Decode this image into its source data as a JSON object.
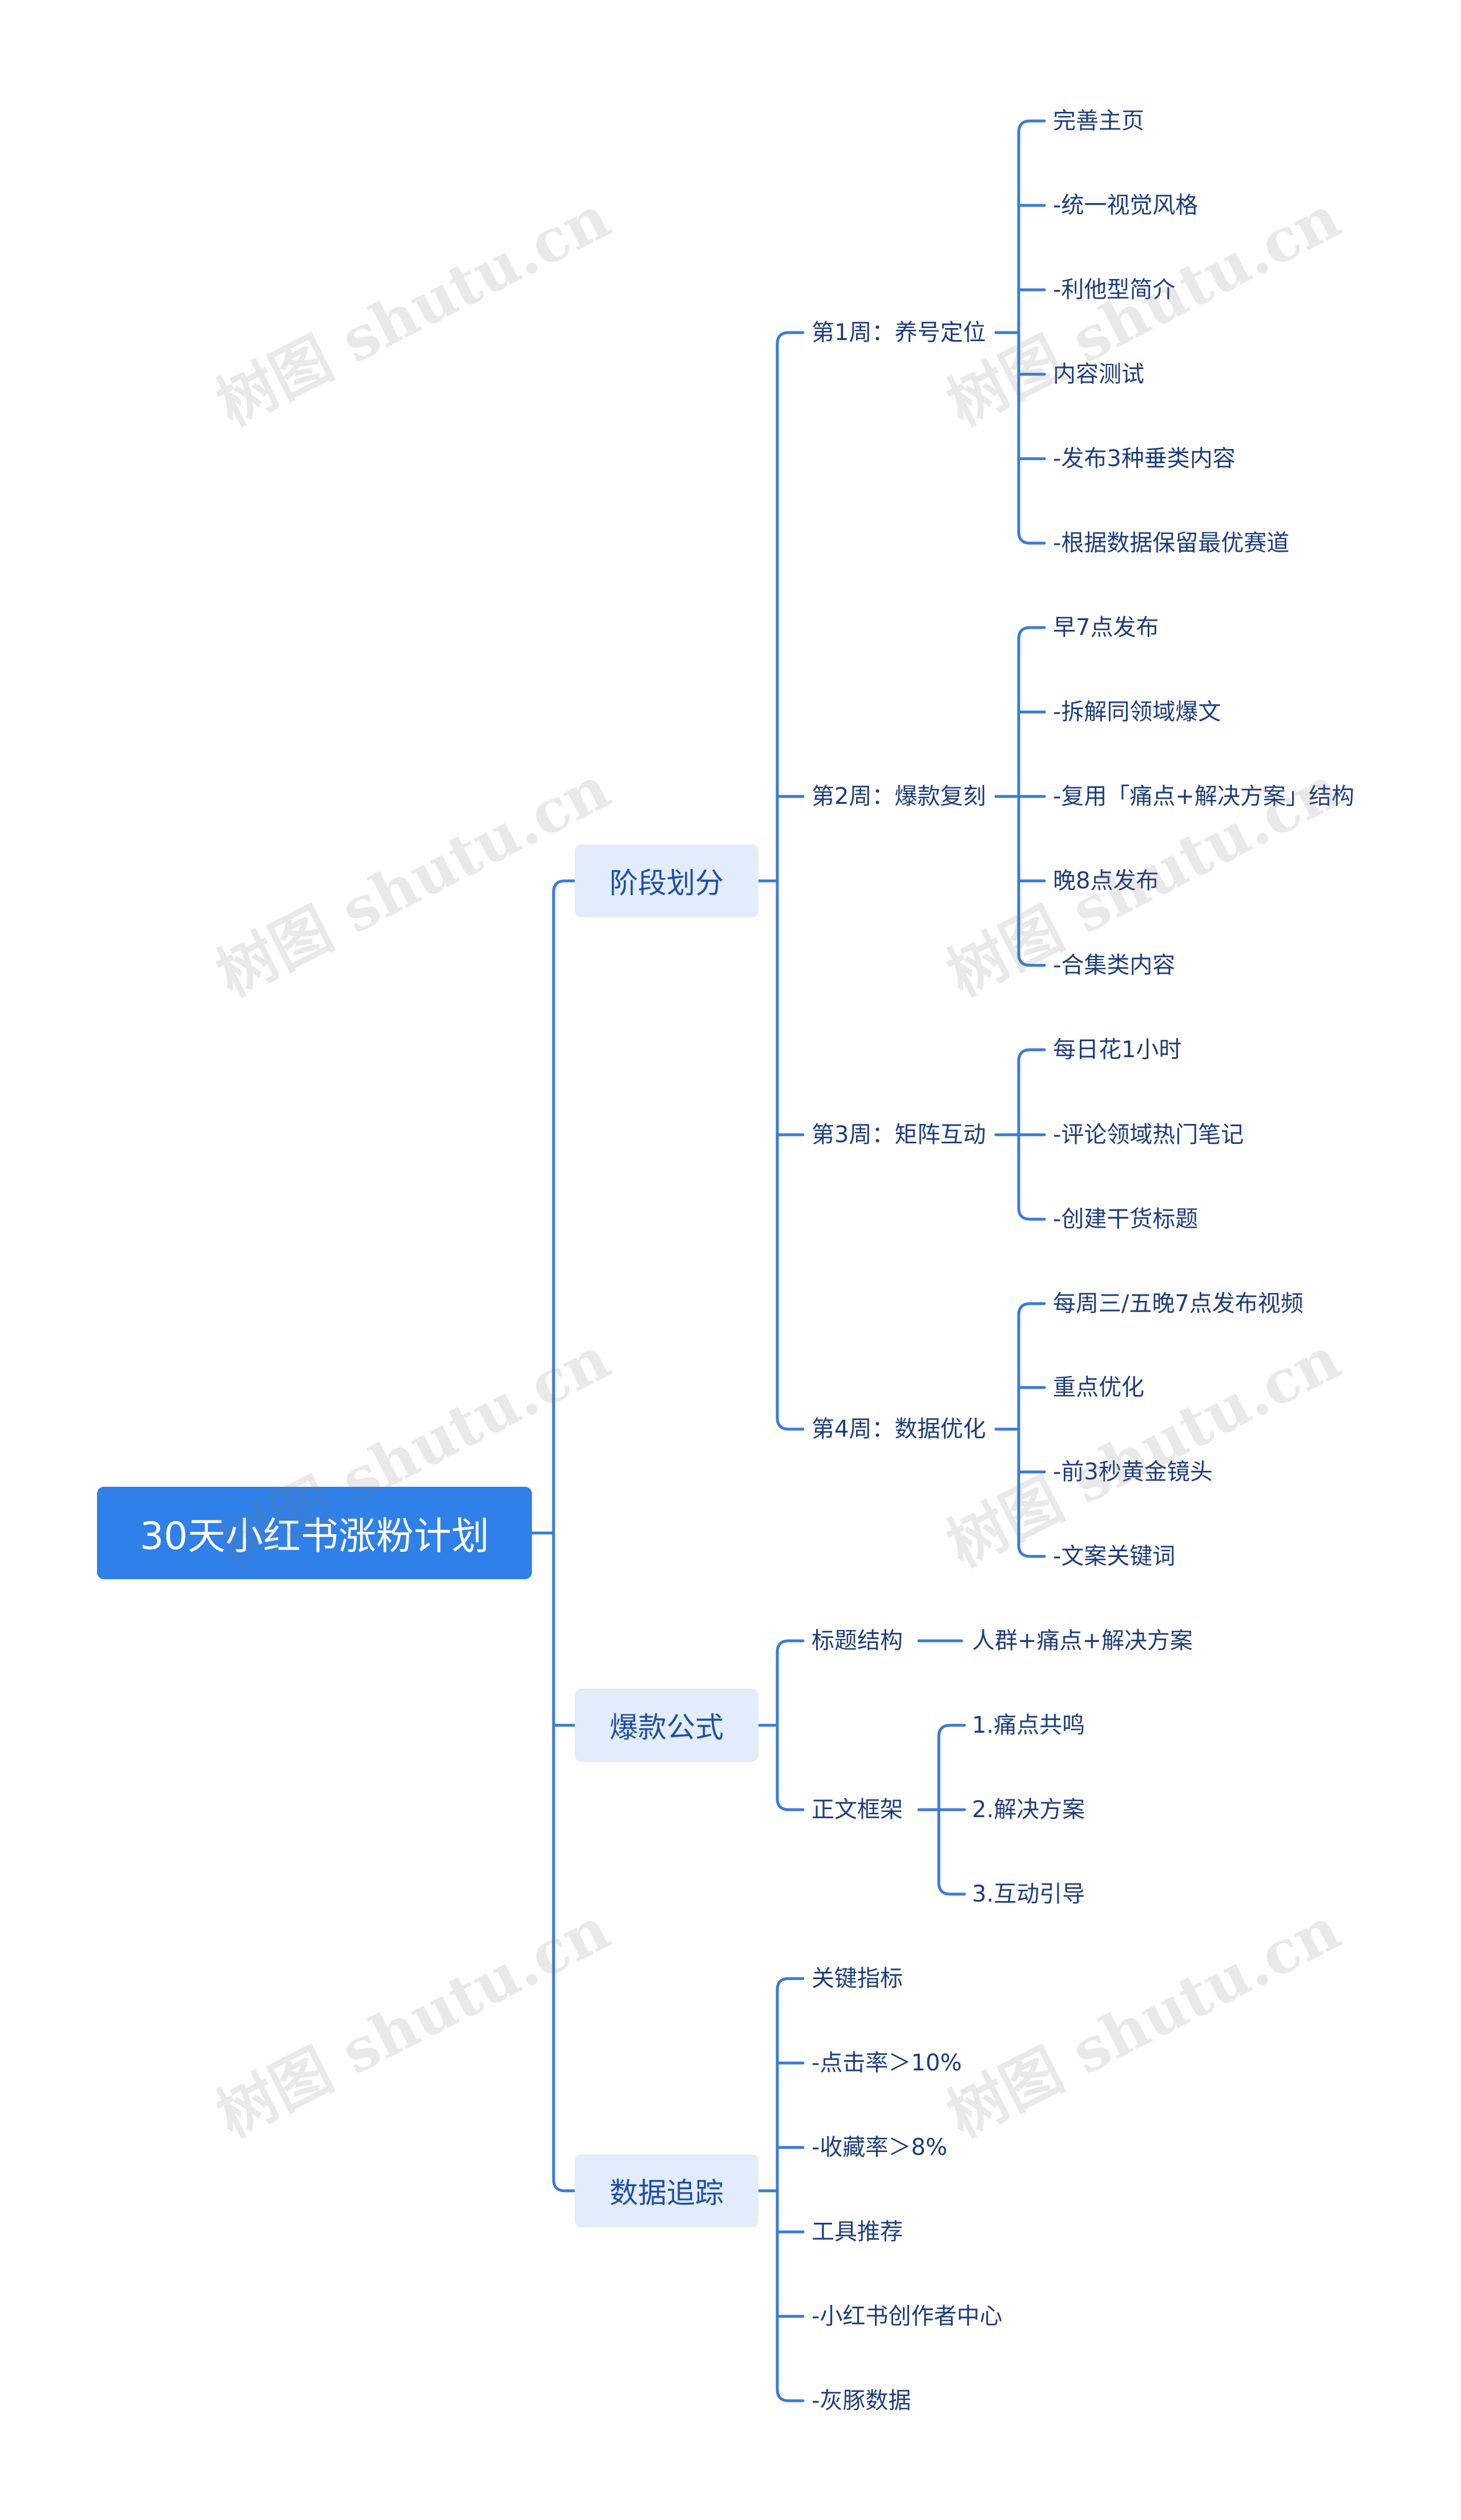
{
  "watermark": "树图 shutu.cn",
  "colors": {
    "line": "#3a7bd5",
    "root_bg": "#2f80e8",
    "branch_bg": "#e3ecfb",
    "text": "#1e3d7a"
  },
  "root": {
    "label": "30天小红书涨粉计划"
  },
  "branches": [
    {
      "label": "阶段划分",
      "children": [
        {
          "label": "第1周：养号定位",
          "children": [
            "完善主页",
            "-统一视觉风格",
            "-利他型简介",
            "内容测试",
            "-发布3种垂类内容",
            "-根据数据保留最优赛道"
          ]
        },
        {
          "label": "第2周：爆款复刻",
          "children": [
            "早7点发布",
            "-拆解同领域爆文",
            "-复用「痛点+解决方案」结构",
            "晚8点发布",
            "-合集类内容"
          ]
        },
        {
          "label": "第3周：矩阵互动",
          "children": [
            "每日花1小时",
            "-评论领域热门笔记",
            "-创建干货标题"
          ]
        },
        {
          "label": "第4周：数据优化",
          "children": [
            "每周三/五晚7点发布视频",
            "重点优化",
            "-前3秒黄金镜头",
            "-文案关键词"
          ]
        }
      ]
    },
    {
      "label": "爆款公式",
      "children": [
        {
          "label": "标题结构",
          "children": [
            "人群+痛点+解决方案"
          ]
        },
        {
          "label": "正文框架",
          "children": [
            "1.痛点共鸣",
            "2.解决方案",
            "3.互动引导"
          ]
        }
      ]
    },
    {
      "label": "数据追踪",
      "children": [
        {
          "label": "关键指标",
          "children": []
        },
        {
          "label": "-点击率＞10%",
          "children": []
        },
        {
          "label": "-收藏率＞8%",
          "children": []
        },
        {
          "label": "工具推荐",
          "children": []
        },
        {
          "label": "-小红书创作者中心",
          "children": []
        },
        {
          "label": "-灰豚数据",
          "children": []
        }
      ]
    }
  ]
}
